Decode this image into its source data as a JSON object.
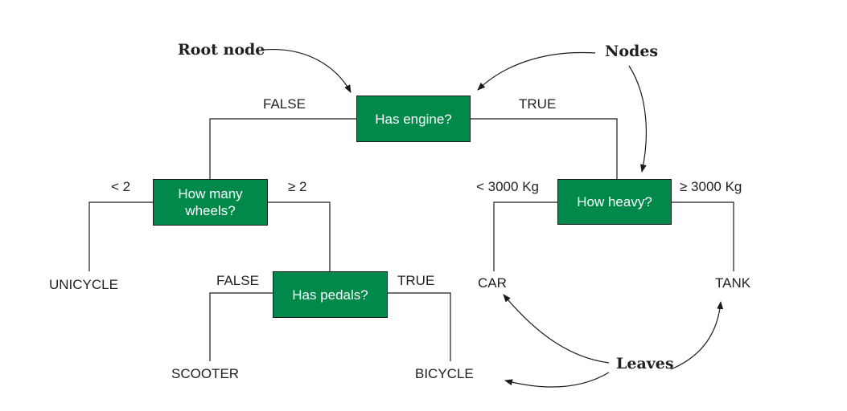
{
  "colors": {
    "node_fill": "#00894b",
    "line": "#1a1a1a",
    "text": "#231f20"
  },
  "annotations": {
    "root_node": "Root node",
    "nodes": "Nodes",
    "leaves": "Leaves"
  },
  "nodes": {
    "root": "Has engine?",
    "wheels": "How many wheels?",
    "weight": "How heavy?",
    "pedals": "Has pedals?"
  },
  "branches": {
    "engine_false": "FALSE",
    "engine_true": "TRUE",
    "wheels_lt": "< 2",
    "wheels_ge": "≥ 2",
    "weight_lt": "< 3000 Kg",
    "weight_ge": "≥ 3000 Kg",
    "pedals_false": "FALSE",
    "pedals_true": "TRUE"
  },
  "leaves": {
    "unicycle": "UNICYCLE",
    "scooter": "SCOOTER",
    "bicycle": "BICYCLE",
    "car": "CAR",
    "tank": "TANK"
  }
}
